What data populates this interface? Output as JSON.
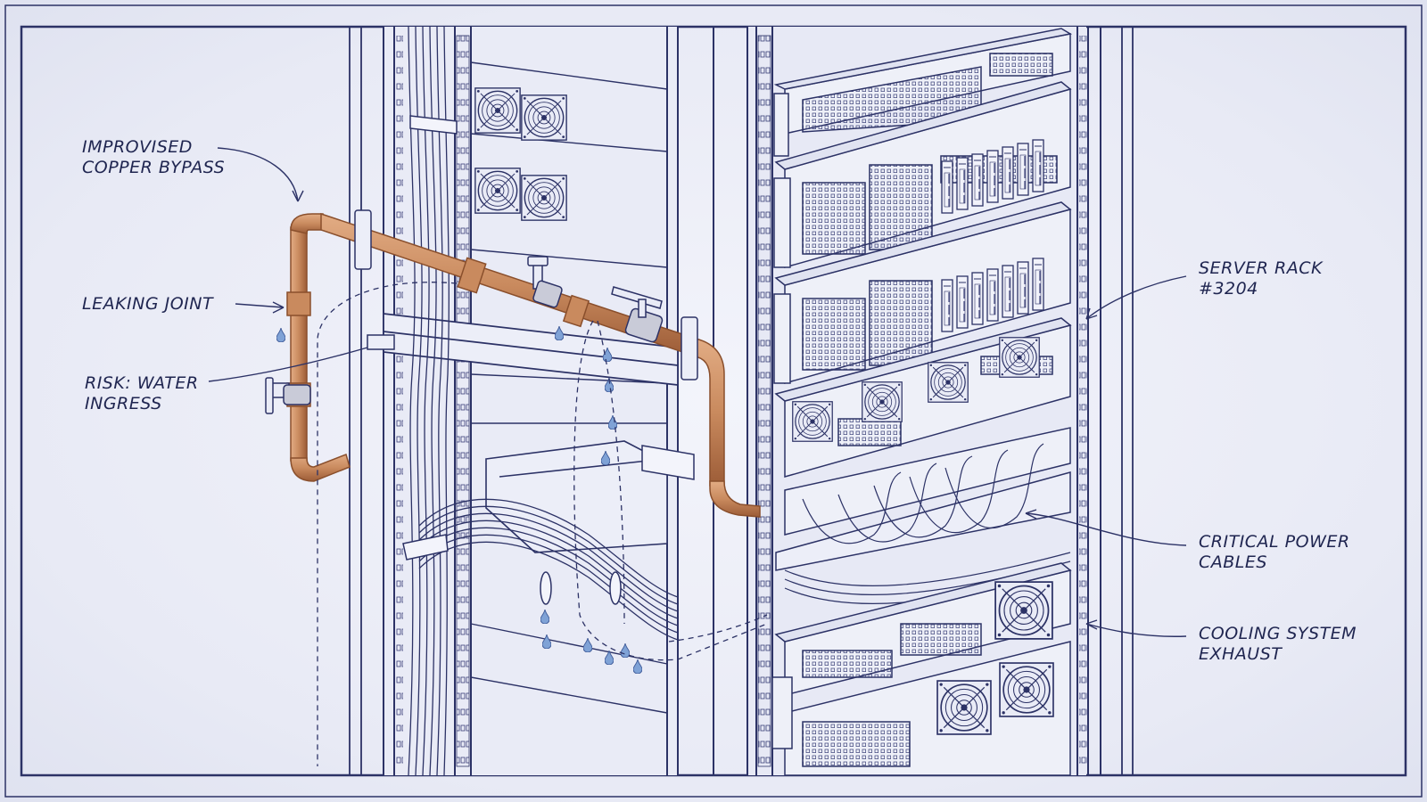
{
  "labels": {
    "bypass": {
      "line1": "IMPROVISED",
      "line2": "COPPER BYPASS"
    },
    "leak": {
      "text": "LEAKING JOINT"
    },
    "risk": {
      "line1": "RISK: WATER",
      "line2": "INGRESS"
    },
    "rack": {
      "line1": "SERVER RACK",
      "line2": "#3204"
    },
    "power": {
      "line1": "CRITICAL POWER",
      "line2": "CABLES"
    },
    "cooling": {
      "line1": "COOLING SYSTEM",
      "line2": "EXHAUST"
    }
  },
  "colors": {
    "ink": "#2c3266",
    "paper": "#eef0f8",
    "copper": "#c98a5e",
    "copper_dark": "#8a4f2c",
    "water": "#7fa2d6"
  },
  "icons": [
    "fan-icon",
    "water-drop-icon",
    "valve-handle-icon"
  ]
}
